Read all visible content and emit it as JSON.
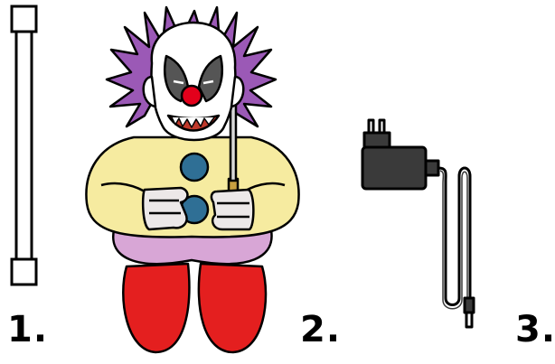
{
  "labels": {
    "item1": "1.",
    "item2": "2.",
    "item3": "3."
  },
  "colors": {
    "outline": "#000000",
    "hair": "#9b59b6",
    "face": "#ffffff",
    "eye_patch": "#555555",
    "nose": "#e3001b",
    "mouth": "#c0392b",
    "shirt": "#f6eba0",
    "buttons": "#2f6f95",
    "gloves": "#ece8e8",
    "pants": "#d8a6d6",
    "shoes": "#e41f1f",
    "adapter": "#3a3a3a"
  },
  "icons": {
    "item1": "tube-icon",
    "item2": "clown-figure-icon",
    "item3": "power-adapter-icon"
  }
}
